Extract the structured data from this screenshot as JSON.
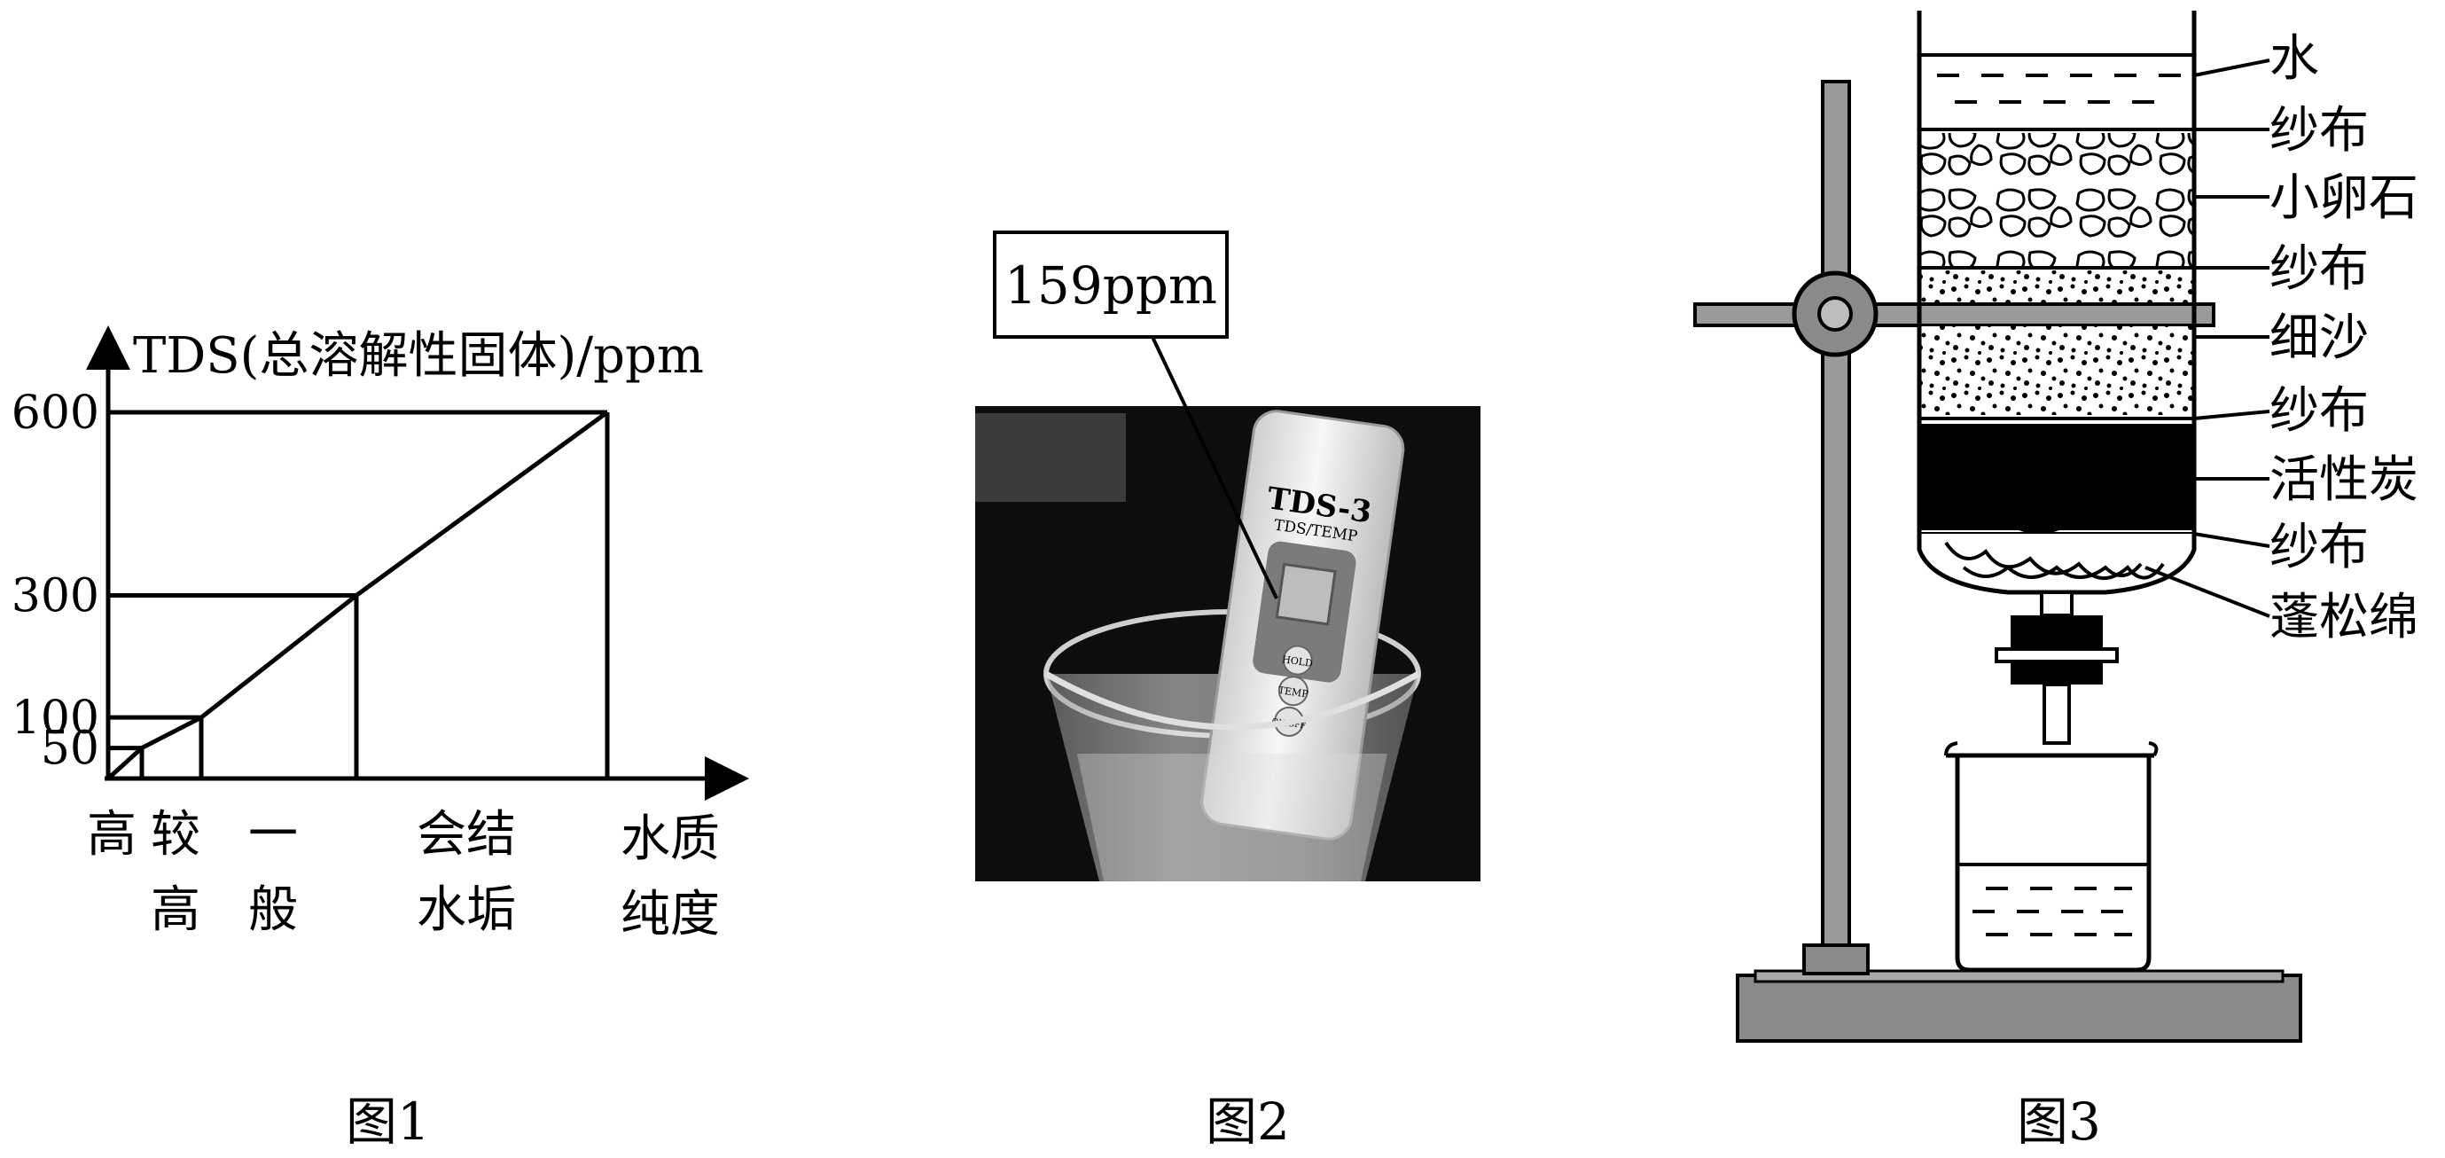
{
  "figure1": {
    "y_axis_label": "TDS(总溶解性固体)/ppm",
    "x_axis_label_line1": "水质",
    "x_axis_label_line2": "纯度",
    "y_ticks": [
      "600",
      "300",
      "100",
      "50"
    ],
    "categories": [
      {
        "line1": "高",
        "line2": ""
      },
      {
        "line1": "较",
        "line2": "高"
      },
      {
        "line1": "一",
        "line2": "般"
      },
      {
        "line1": "会结",
        "line2": "水垢"
      }
    ],
    "caption": "图1"
  },
  "chart_data": {
    "type": "line",
    "title": "",
    "ylabel": "TDS(总溶解性固体)/ppm",
    "xlabel": "水质纯度",
    "ylim": [
      0,
      600
    ],
    "y_ticks": [
      50,
      100,
      300,
      600
    ],
    "categories": [
      "高",
      "较高",
      "一般",
      "会结水垢"
    ],
    "values": [
      50,
      100,
      300,
      600
    ]
  },
  "figure2": {
    "reading": "159ppm",
    "device_label": "TDS-3",
    "device_sublabel": "TDS/TEMP",
    "buttons": [
      "HOLD",
      "TEMP",
      "ON/OFF"
    ],
    "caption": "图2"
  },
  "figure3": {
    "layers": [
      "水",
      "纱布",
      "小卵石",
      "纱布",
      "细沙",
      "纱布",
      "活性炭",
      "纱布",
      "蓬松绵"
    ],
    "caption": "图3"
  }
}
